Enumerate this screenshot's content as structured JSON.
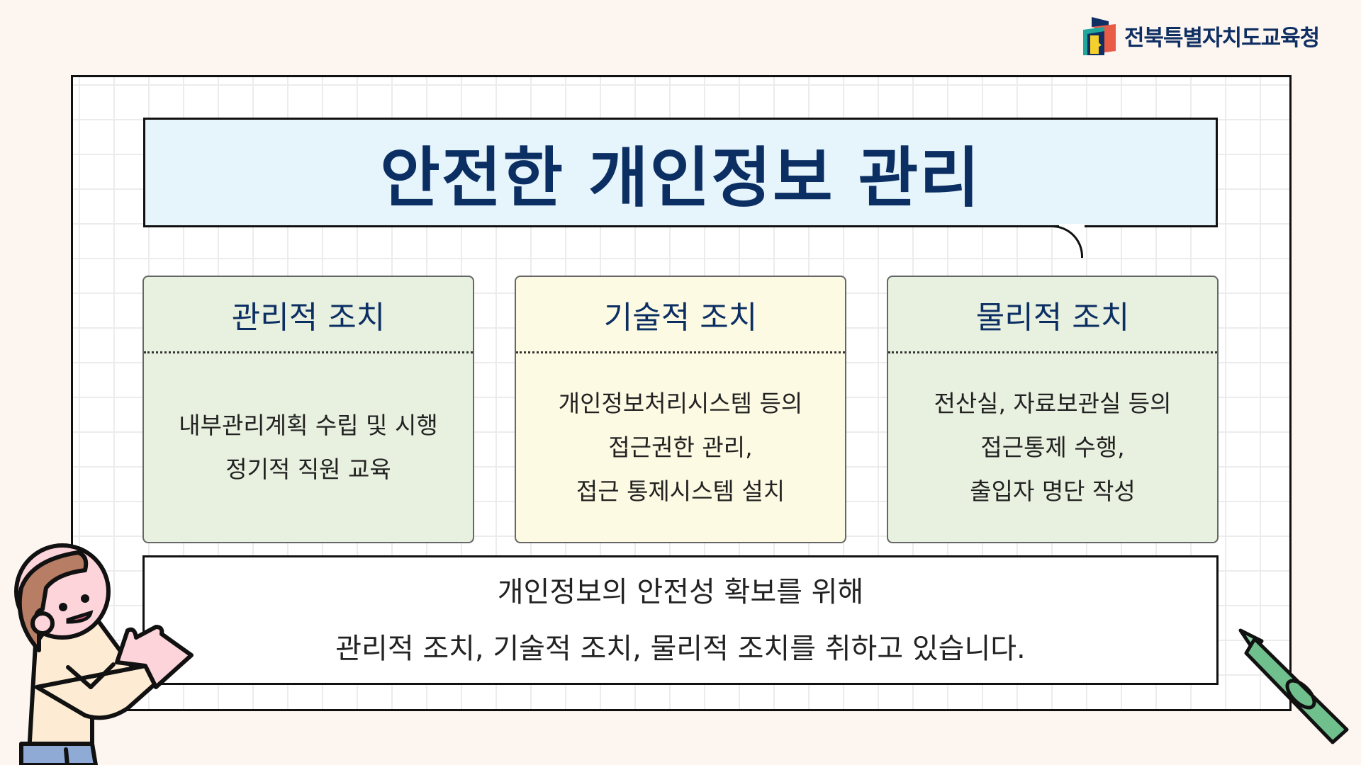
{
  "header": {
    "org_name": "전북특별자치도교육청",
    "logo_icon": "book-door-logo"
  },
  "title": "안전한 개인정보 관리",
  "cards": [
    {
      "heading": "관리적 조치",
      "lines": [
        "내부관리계획 수립 및 시행",
        "정기적 직원 교육"
      ],
      "bg": "#e8f0df"
    },
    {
      "heading": "기술적 조치",
      "lines": [
        "개인정보처리시스템 등의",
        "접근권한 관리,",
        "접근 통제시스템 설치"
      ],
      "bg": "#fdfae3"
    },
    {
      "heading": "물리적 조치",
      "lines": [
        "전산실, 자료보관실 등의",
        "접근통제 수행,",
        "출입자 명단 작성"
      ],
      "bg": "#e8f0df"
    }
  ],
  "summary": {
    "lines": [
      "개인정보의 안전성 확보를 위해",
      "관리적 조치, 기술적 조치, 물리적 조치를 취하고 있습니다."
    ]
  },
  "colors": {
    "title_text": "#0c2f63",
    "title_bg": "#e6f5fc",
    "page_bg": "#fdf6f0"
  }
}
